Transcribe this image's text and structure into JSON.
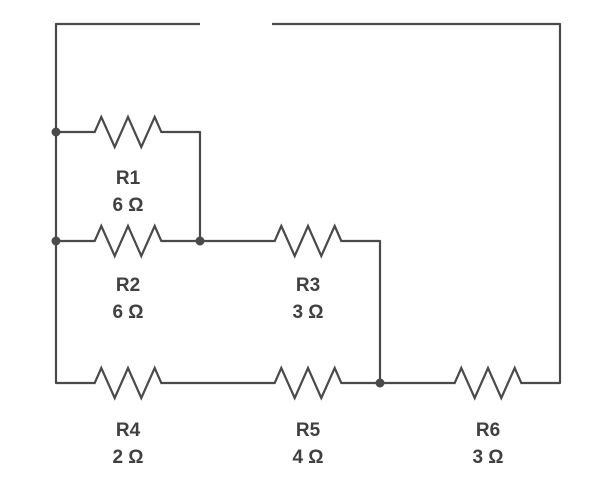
{
  "resistors": [
    {
      "id": "r1",
      "name": "R1",
      "value": "6 Ω"
    },
    {
      "id": "r2",
      "name": "R2",
      "value": "6 Ω"
    },
    {
      "id": "r3",
      "name": "R3",
      "value": "3 Ω"
    },
    {
      "id": "r4",
      "name": "R4",
      "value": "2 Ω"
    },
    {
      "id": "r5",
      "name": "R5",
      "value": "4 Ω"
    },
    {
      "id": "r6",
      "name": "R6",
      "value": "3 Ω"
    }
  ],
  "colors": {
    "wire": "#4a4a4a",
    "label": "#404040",
    "background": "#ffffff"
  }
}
